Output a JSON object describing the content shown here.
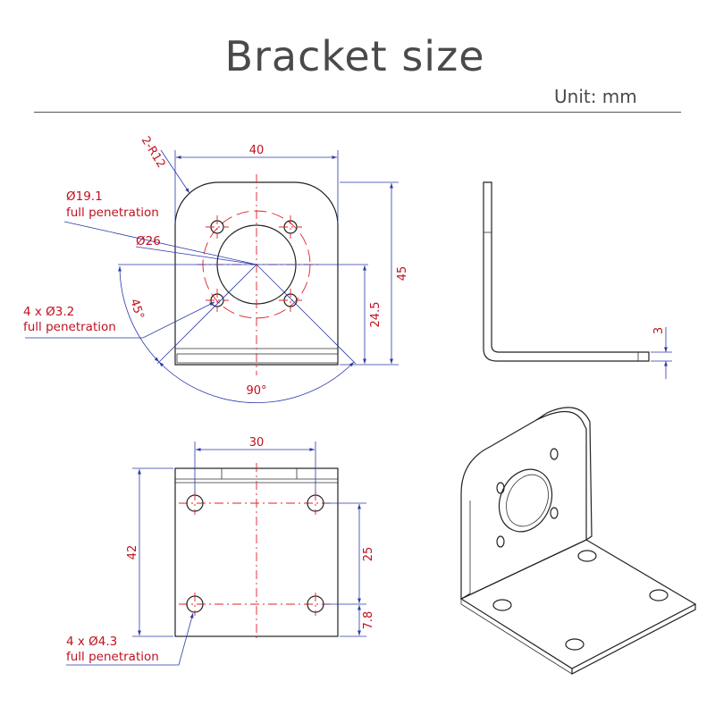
{
  "header": {
    "title": "Bracket size",
    "unit": "Unit: mm"
  },
  "front_view": {
    "width": "40",
    "corner_radius": "2-R12",
    "inner_hole": "Ø19.1",
    "inner_hole_note": "full penetration",
    "bolt_circle": "Ø26",
    "hole_count_small": "4 x Ø3.2",
    "hole_note_small": "full penetration",
    "angle_half": "45°",
    "angle_full": "90°",
    "height": "45",
    "center_height": "24.5"
  },
  "side_view": {
    "thickness": "3"
  },
  "bottom_view": {
    "hole_spacing_x": "30",
    "depth": "42",
    "hole_spacing_y": "25",
    "edge_offset": "7.8",
    "hole_count_large": "4 x Ø4.3",
    "hole_note_large": "full penetration"
  },
  "colors": {
    "dimension_text": "#c01020",
    "dimension_line": "#2a3aa8",
    "center_line": "#e0202a",
    "outline": "#222222"
  }
}
